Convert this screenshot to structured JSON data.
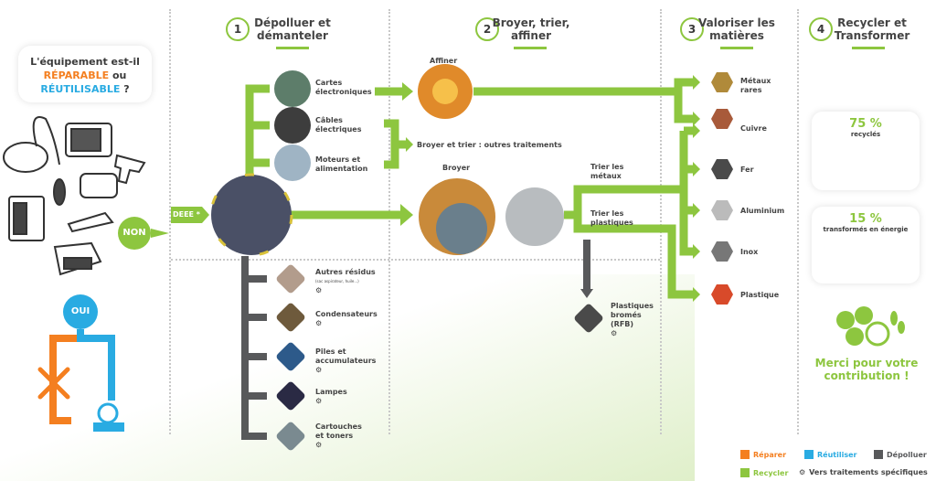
{
  "colors": {
    "recycler": "#8dc63f",
    "depolluer": "#58595b",
    "reparer": "#f47f20",
    "reutiliser": "#29abe2"
  },
  "question": {
    "line1": "L'équipement est-il",
    "reparable": "RÉPARABLE",
    "ou": " ou",
    "reutilisable": "RÉUTILISABLE",
    "end": " ?"
  },
  "non": "NON",
  "oui": "OUI",
  "deee": "DEEE *",
  "steps": [
    {
      "num": "1",
      "title": "Dépolluer et démanteler"
    },
    {
      "num": "2",
      "title": "Broyer, trier, affiner"
    },
    {
      "num": "3",
      "title": "Valoriser les matières"
    },
    {
      "num": "4",
      "title": "Recycler et Transformer"
    }
  ],
  "dismantle": [
    "Cartes électroniques",
    "Câbles électriques",
    "Moteurs et alimentation"
  ],
  "affiner": "Affiner",
  "broyer_trier": "Broyer et trier : outres traitements",
  "broyer": "Broyer",
  "trier_metaux": "Trier les métaux",
  "trier_plastiques": "Trier les plastiques",
  "plastiques_bromes": "Plastiques bromés (RFB)",
  "depollution": [
    {
      "label": "Autres résidus",
      "sub": "(sac aspirateur, huile...)"
    },
    {
      "label": "Condensateurs"
    },
    {
      "label": "Piles et accumulateurs"
    },
    {
      "label": "Lampes"
    },
    {
      "label": "Cartouches et toners"
    }
  ],
  "materials": [
    "Métaux rares",
    "Cuivre",
    "Fer",
    "Aluminium",
    "Inox",
    "Plastique"
  ],
  "cards": [
    {
      "pct": "75 %",
      "text": "recyclés"
    },
    {
      "pct": "15 %",
      "text": "transformés en énergie"
    }
  ],
  "merci": "Merci pour votre contribution !",
  "legend": {
    "reparer": "Réparer",
    "reutiliser": "Réutiliser",
    "depolluer": "Dépolluer",
    "recycler": "Recycler",
    "specific": "Vers traitements spécifiques"
  }
}
